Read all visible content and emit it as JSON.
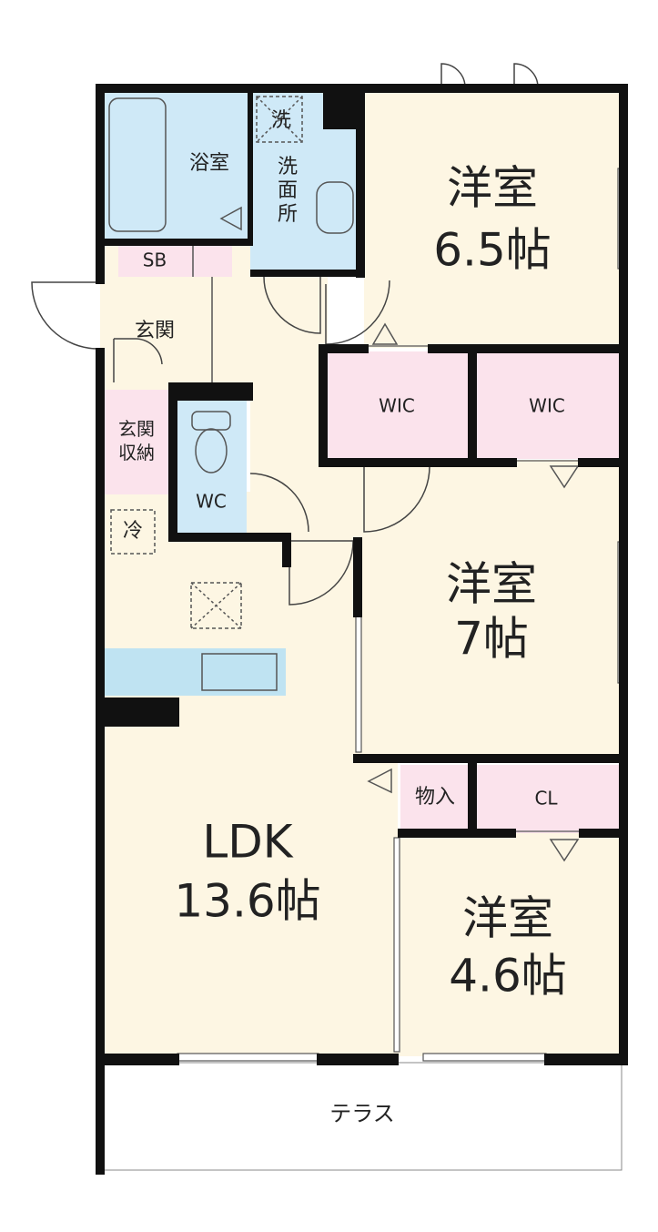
{
  "colors": {
    "floor": "#fdf6e3",
    "wet": "#cfe9f7",
    "storage": "#fbe3ec",
    "wall": "#111111",
    "terrace": "#ffffff",
    "fixture": "#bfe3f2"
  },
  "rooms": {
    "bath": "浴室",
    "washroom": "洗\n面\n所",
    "washer": "洗",
    "sb": "SB",
    "entrance": "玄関",
    "entrance_storage": "玄関\n収納",
    "wc": "WC",
    "fridge": "冷",
    "western_1": {
      "name": "洋室",
      "size": "6.5帖"
    },
    "wic_1": "WIC",
    "wic_2": "WIC",
    "western_2": {
      "name": "洋室",
      "size": "7帖"
    },
    "storage_room": "物入",
    "closet": "CL",
    "ldk": {
      "name": "LDK",
      "size": "13.6帖"
    },
    "western_3": {
      "name": "洋室",
      "size": "4.6帖"
    },
    "terrace": "テラス"
  }
}
